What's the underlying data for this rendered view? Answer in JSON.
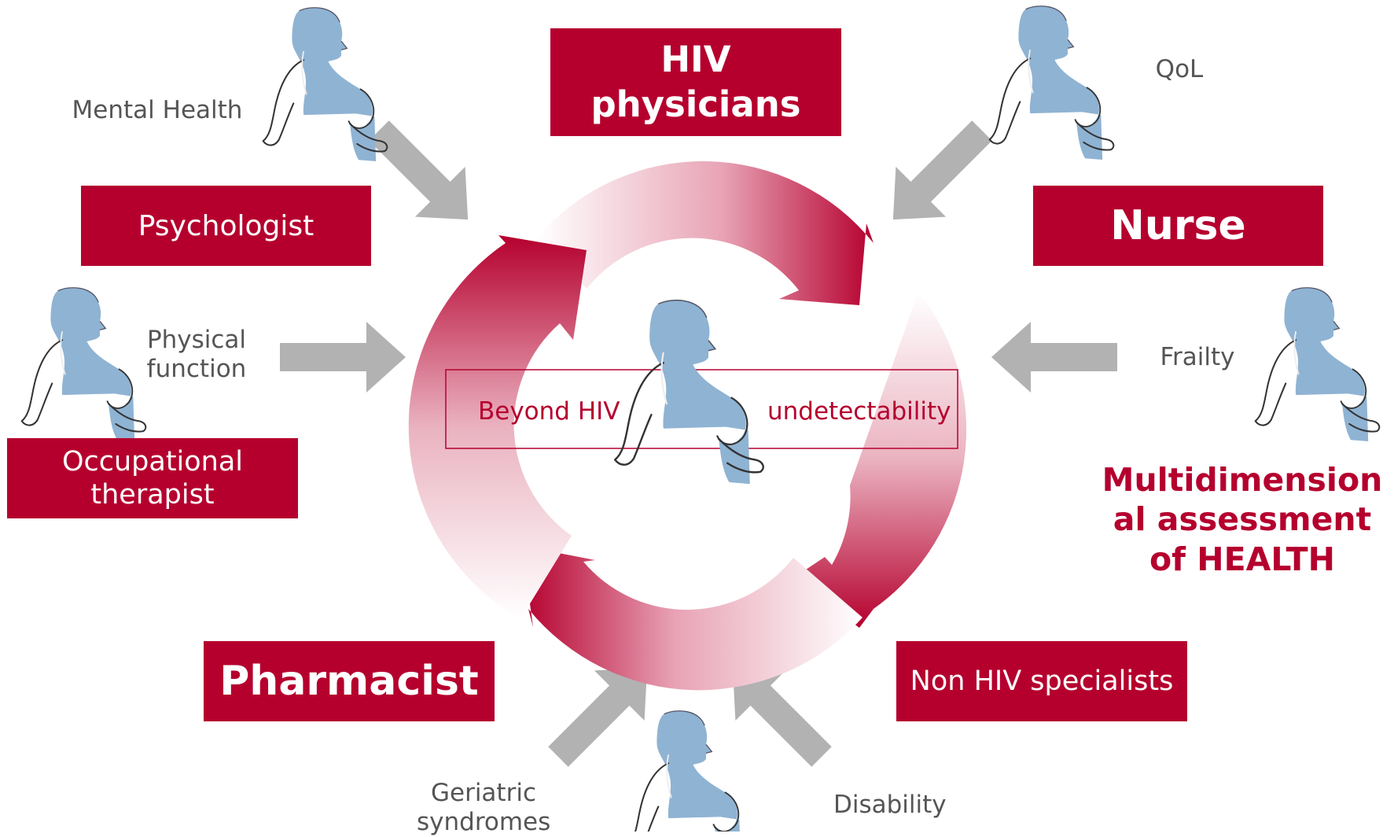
{
  "colors": {
    "accent": "#b5002e",
    "figure": "#8fb3d3",
    "arrow": "#b2b2b2",
    "label": "#555555"
  },
  "roles": {
    "hiv_physicians": "HIV\nphysicians",
    "psychologist": "Psychologist",
    "nurse": "Nurse",
    "occupational_therapist": "Occupational\ntherapist",
    "pharmacist": "Pharmacist",
    "non_hiv_specialists": "Non HIV specialists"
  },
  "domains": {
    "mental_health": "Mental Health",
    "qol": "QoL",
    "physical_function": "Physical\nfunction",
    "frailty": "Frailty",
    "geriatric_syndromes": "Geriatric\nsyndromes",
    "disability": "Disability"
  },
  "center": {
    "left": "Beyond HIV",
    "right": "undetectability"
  },
  "tagline": "Multidimension\nal assessment\nof HEALTH"
}
